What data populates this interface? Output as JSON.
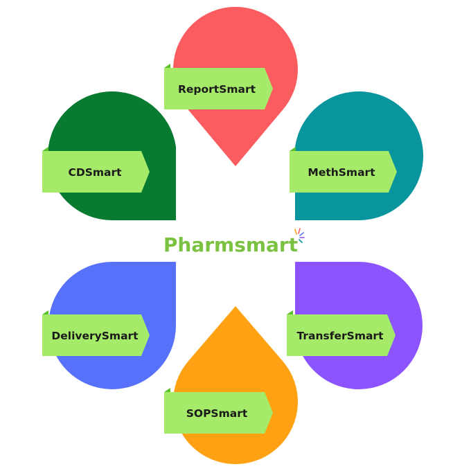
{
  "brand": {
    "name": "Pharmsmart",
    "color": "#7cc242"
  },
  "modules": [
    {
      "id": "report",
      "label": "ReportSmart",
      "color": "#fb5c5f"
    },
    {
      "id": "meth",
      "label": "MethSmart",
      "color": "#09959d"
    },
    {
      "id": "transfer",
      "label": "TransferSmart",
      "color": "#8c54fe"
    },
    {
      "id": "sop",
      "label": "SOPSmart",
      "color": "#fea113"
    },
    {
      "id": "delivery",
      "label": "DeliverySmart",
      "color": "#5771fa"
    },
    {
      "id": "cd",
      "label": "CDSmart",
      "color": "#087b31"
    }
  ],
  "label_bg_color": "#a5ea68",
  "label_fold_color": "#5bbf2a"
}
